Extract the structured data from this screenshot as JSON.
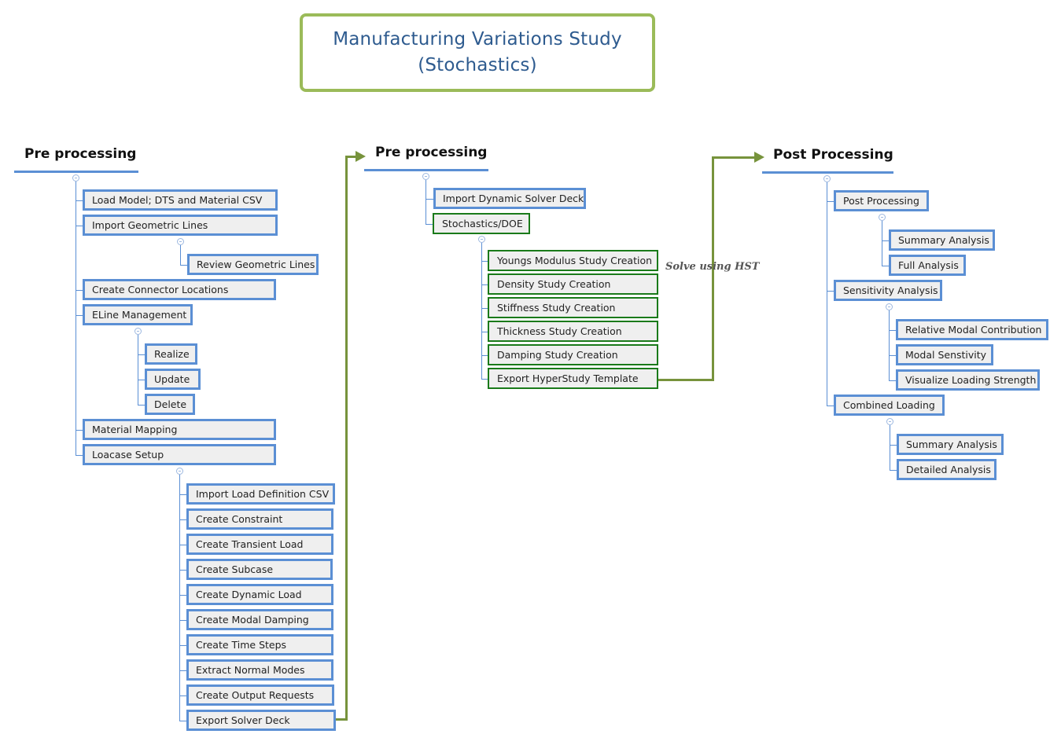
{
  "title": {
    "line1": "Manufacturing Variations Study",
    "line2": "(Stochastics)"
  },
  "connector_label": "Solve using HST",
  "colors": {
    "title_border": "#9bbb59",
    "title_text": "#2e5b8f",
    "node_border_blue": "#5b8fd4",
    "node_border_green": "#1a7a1a",
    "connector": "#77933c",
    "node_fill": "#efefef"
  },
  "pre1": {
    "header": "Pre processing",
    "items": [
      {
        "label": "Load Model; DTS and Material CSV"
      },
      {
        "label": "Import Geometric Lines",
        "children": [
          {
            "label": "Review Geometric Lines"
          }
        ]
      },
      {
        "label": "Create Connector Locations"
      },
      {
        "label": "ELine Management",
        "children": [
          {
            "label": "Realize"
          },
          {
            "label": "Update"
          },
          {
            "label": "Delete"
          }
        ]
      },
      {
        "label": "Material Mapping"
      },
      {
        "label": "Loacase Setup",
        "children": [
          {
            "label": "Import Load Definition CSV"
          },
          {
            "label": "Create Constraint"
          },
          {
            "label": "Create Transient Load"
          },
          {
            "label": "Create Subcase"
          },
          {
            "label": "Create Dynamic Load"
          },
          {
            "label": "Create Modal Damping"
          },
          {
            "label": "Create Time Steps"
          },
          {
            "label": "Extract Normal Modes"
          },
          {
            "label": "Create Output Requests"
          },
          {
            "label": "Export Solver Deck"
          }
        ]
      }
    ]
  },
  "pre2": {
    "header": "Pre processing",
    "items": [
      {
        "label": "Import Dynamic Solver Deck"
      },
      {
        "label": "Stochastics/DOE",
        "children": [
          {
            "label": "Youngs Modulus Study Creation"
          },
          {
            "label": "Density Study Creation"
          },
          {
            "label": "Stiffness Study Creation"
          },
          {
            "label": "Thickness Study Creation"
          },
          {
            "label": "Damping Study Creation"
          },
          {
            "label": "Export HyperStudy Template"
          }
        ]
      }
    ]
  },
  "post": {
    "header": "Post Processing",
    "items": [
      {
        "label": "Post Processing",
        "children": [
          {
            "label": "Summary Analysis"
          },
          {
            "label": "Full Analysis"
          }
        ]
      },
      {
        "label": "Sensitivity Analysis",
        "children": [
          {
            "label": "Relative Modal Contribution"
          },
          {
            "label": "Modal Senstivity"
          },
          {
            "label": "Visualize Loading Strength"
          }
        ]
      },
      {
        "label": "Combined Loading",
        "children": [
          {
            "label": "Summary Analysis"
          },
          {
            "label": "Detailed Analysis"
          }
        ]
      }
    ]
  }
}
